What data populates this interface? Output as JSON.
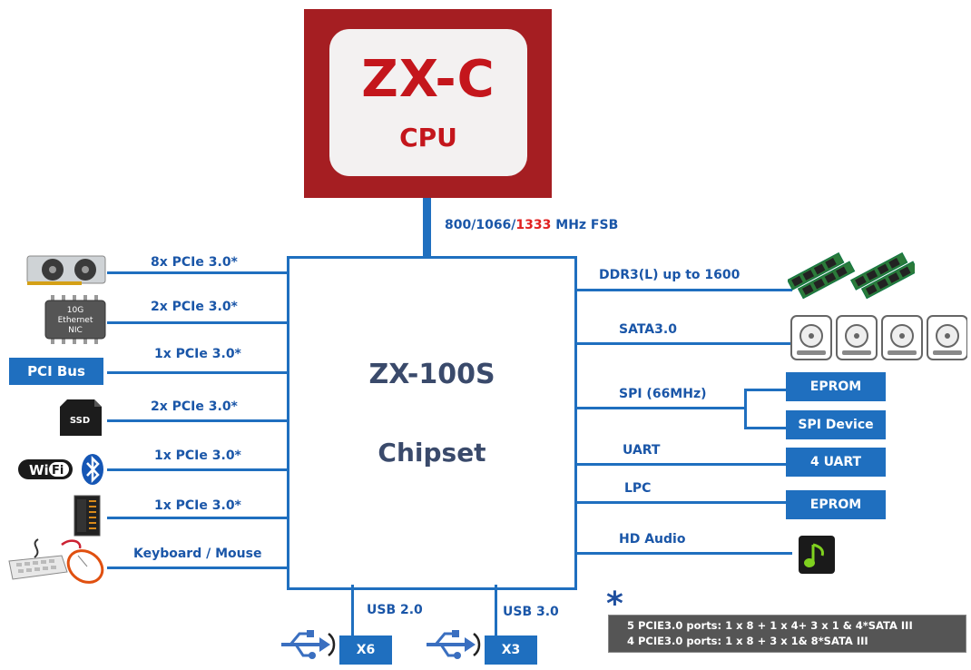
{
  "cpu": {
    "title": "ZX-C",
    "subtitle": "CPU"
  },
  "fsb": {
    "part1": "800/1066/",
    "part2": "1333",
    "part3": " MHz FSB",
    "highlight_color": "#e02020"
  },
  "chipset": {
    "name": "ZX-100S",
    "subtitle": "Chipset"
  },
  "left_links": [
    {
      "label": "8x  PCIe 3.0*",
      "device": "graphics-card-icon"
    },
    {
      "label": "2x  PCIe 3.0*",
      "device": "ethernet-nic-chip-icon",
      "device_text": [
        "10G",
        "Ethernet",
        "NIC"
      ]
    },
    {
      "label": "1x  PCIe 3.0*",
      "device": "pci-bus-box",
      "device_text": [
        "PCI Bus"
      ]
    },
    {
      "label": "2x  PCIe 3.0*",
      "device": "ssd-icon",
      "device_text": [
        "SSD"
      ]
    },
    {
      "label": "1x  PCIe 3.0*",
      "device": "wifi-bluetooth-icon",
      "device_text": [
        "Wi",
        "Fi"
      ]
    },
    {
      "label": "1x  PCIe 3.0*",
      "device": "server-rack-icon"
    },
    {
      "label": "Keyboard / Mouse",
      "device": "keyboard-mouse-icon"
    }
  ],
  "right_links": [
    {
      "label": "DDR3(L) up to 1600",
      "device": "memory-modules-icon"
    },
    {
      "label": "SATA3.0",
      "device": "hard-drive-icons"
    },
    {
      "label": "SPI (66MHz)",
      "boxes": [
        "EPROM",
        "SPI Device"
      ]
    },
    {
      "label": "UART",
      "boxes": [
        "4 UART"
      ]
    },
    {
      "label": "LPC",
      "boxes": [
        "EPROM"
      ]
    },
    {
      "label": "HD Audio",
      "device": "music-note-icon"
    }
  ],
  "usb": [
    {
      "label": "USB 2.0",
      "count": "X6"
    },
    {
      "label": "USB 3.0",
      "count": "X3"
    }
  ],
  "footnote": {
    "star": "*",
    "lines": [
      "5 PCIE3.0 ports: 1 x 8 + 1 x 4+ 3 x 1 & 4*SATA III",
      "4 PCIE3.0 ports: 1 x 8 + 3 x 1& 8*SATA III"
    ]
  },
  "colors": {
    "accent": "#1f6fbf",
    "cpu": "#a51e22",
    "text_blue": "#1a56a8",
    "chip_text": "#3a4a6b"
  }
}
